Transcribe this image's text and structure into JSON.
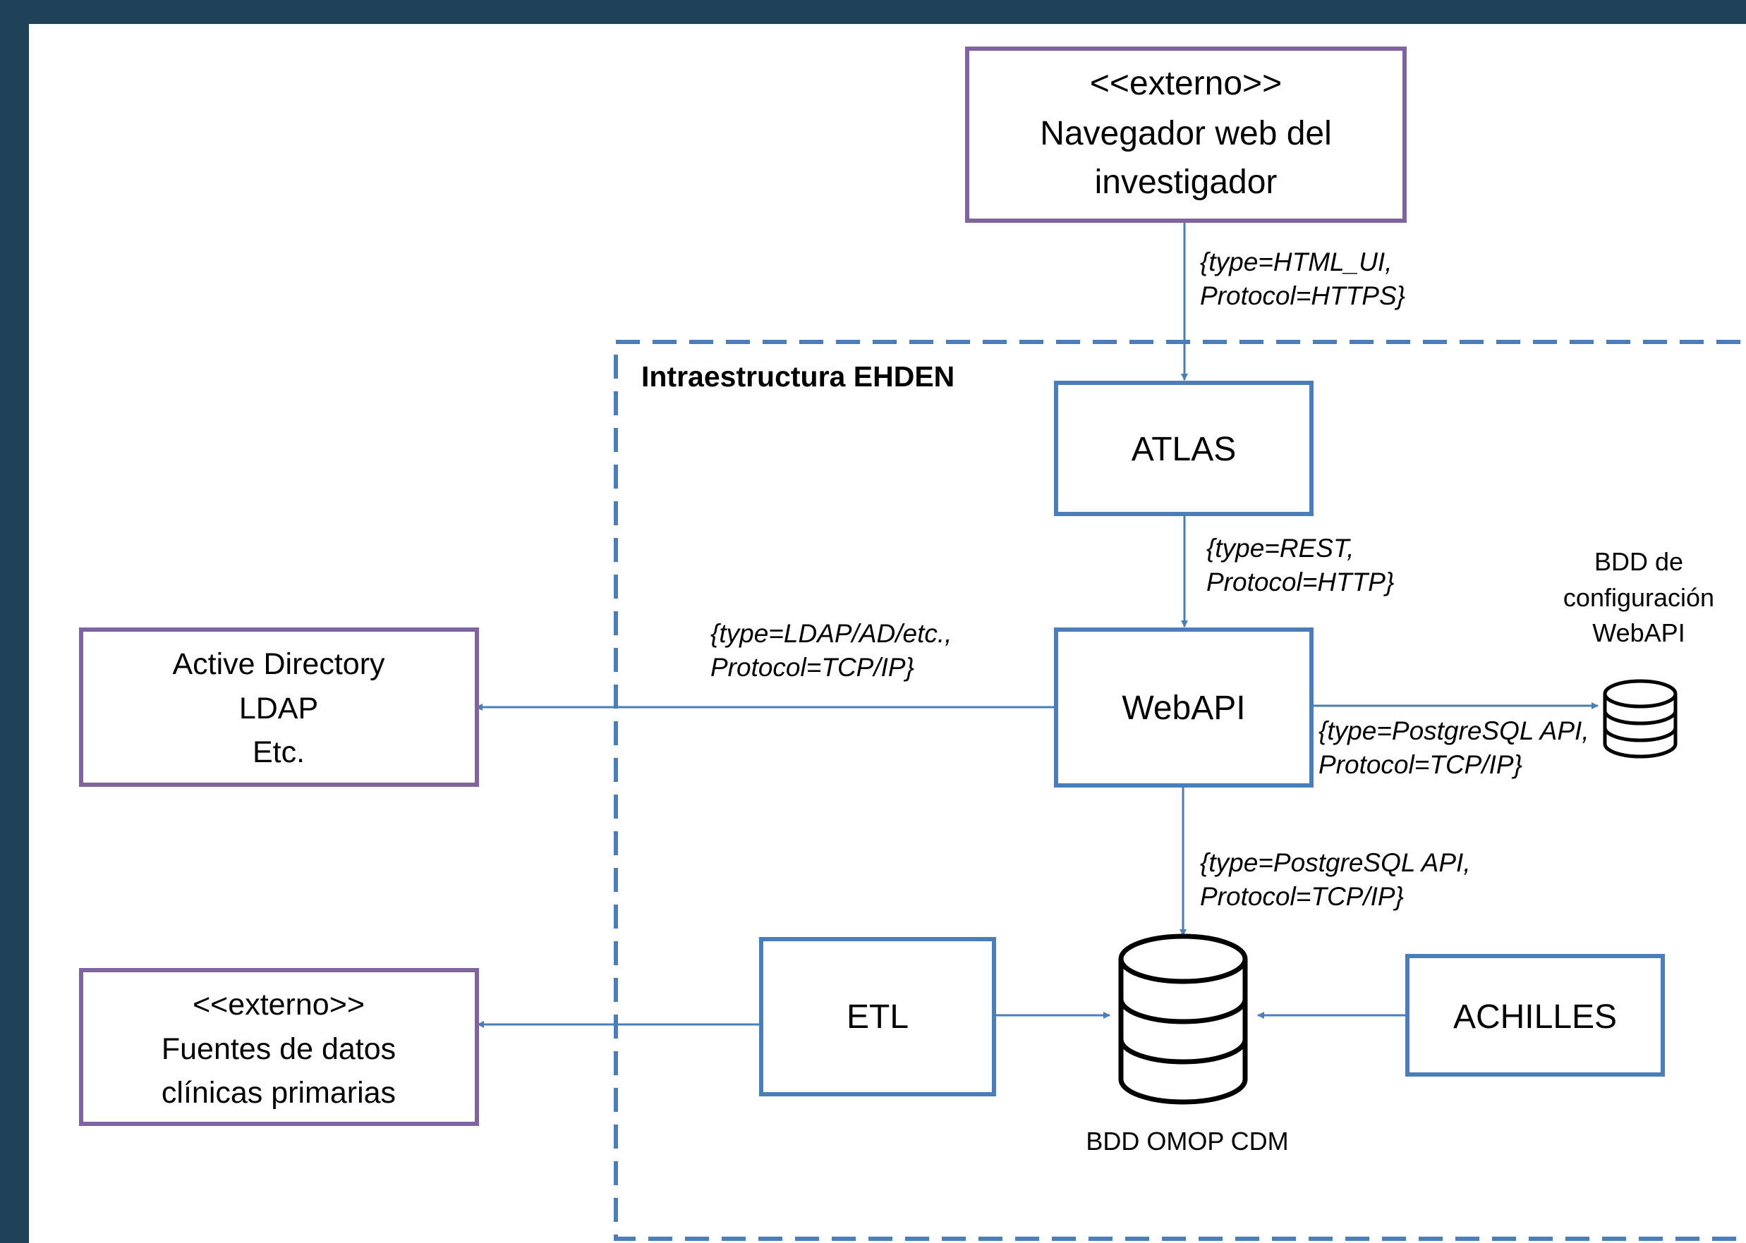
{
  "colors": {
    "frame": "#1f4259",
    "external_border": "#8064a2",
    "internal_border": "#4a7ebb",
    "connector": "#4a7ebb"
  },
  "browser": {
    "stereotype": "<<externo>>",
    "line1": "Navegador web del",
    "line2": "investigador"
  },
  "boundary": {
    "title": "Intraestructura EHDEN"
  },
  "atlas": {
    "label": "ATLAS"
  },
  "webapi": {
    "label": "WebAPI"
  },
  "etl": {
    "label": "ETL"
  },
  "achilles": {
    "label": "ACHILLES"
  },
  "active_directory": {
    "line1": "Active Directory",
    "line2": "LDAP",
    "line3": "Etc."
  },
  "sources": {
    "stereotype": "<<externo>>",
    "line1": "Fuentes de datos",
    "line2": "clínicas primarias"
  },
  "config_db": {
    "line1": "BDD de",
    "line2": "configuración",
    "line3": "WebAPI",
    "icon": "database-icon"
  },
  "omop_db": {
    "label": "BDD OMOP CDM",
    "icon": "database-icon"
  },
  "connections": {
    "browser_atlas": {
      "line1": "{type=HTML_UI,",
      "line2": "Protocol=HTTPS}"
    },
    "atlas_webapi": {
      "line1": "{type=REST,",
      "line2": "Protocol=HTTP}"
    },
    "webapi_ldap": {
      "line1": "{type=LDAP/AD/etc.,",
      "line2": "Protocol=TCP/IP}"
    },
    "webapi_configdb": {
      "line1": "{type=PostgreSQL API,",
      "line2": "Protocol=TCP/IP}"
    },
    "webapi_omop": {
      "line1": "{type=PostgreSQL API,",
      "line2": "Protocol=TCP/IP}"
    }
  }
}
